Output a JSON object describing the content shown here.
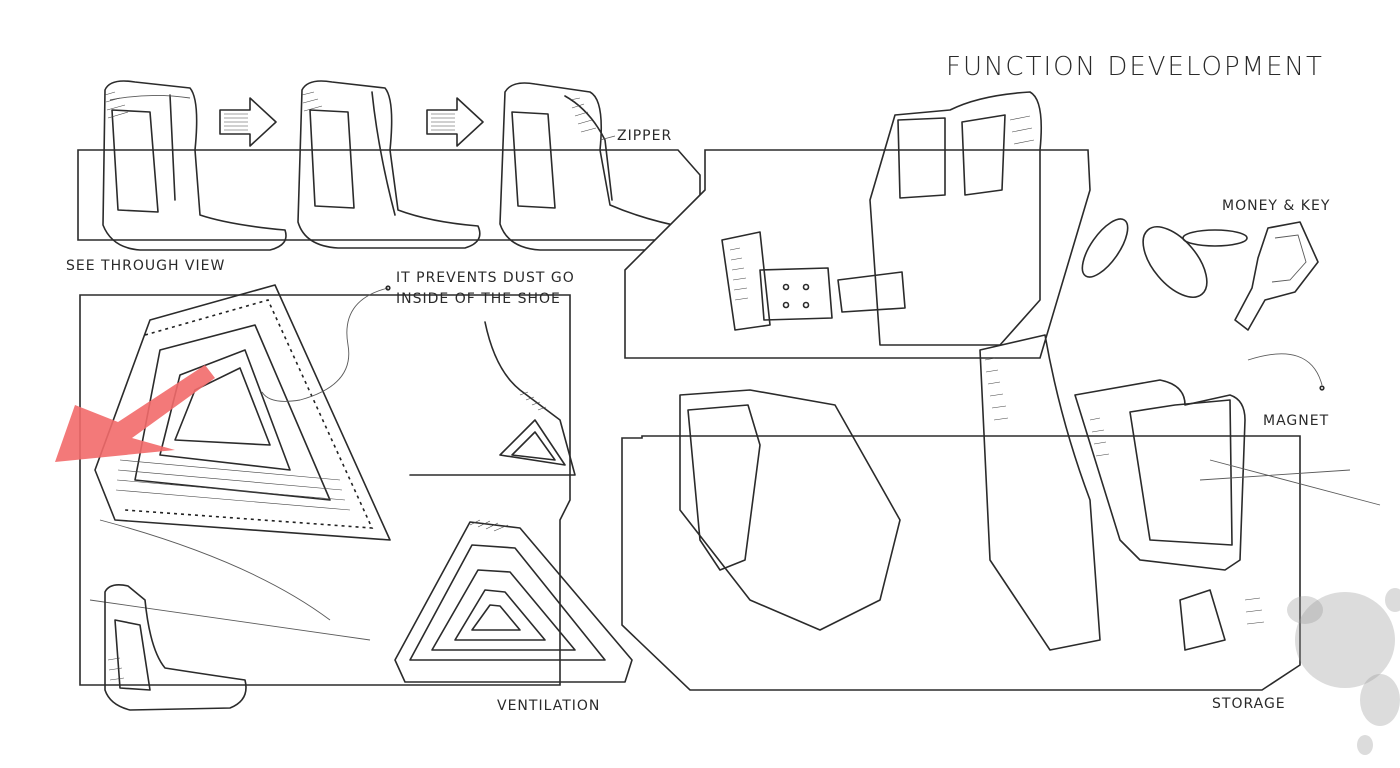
{
  "sheet": {
    "title": "FUNCTION DEVELOPMENT",
    "accent_color": "#f26a6a",
    "ink_color": "#2b2b2b"
  },
  "callouts": {
    "zipper": "ZIPPER",
    "money_key": "MONEY & KEY",
    "see_through": "SEE THROUGH VIEW",
    "dust": "IT PREVENTS DUST GO INSIDE OF THE SHOE",
    "magnet": "MAGNET",
    "ventilation": "VENTILATION",
    "storage": "STORAGE"
  },
  "icons": [
    "arrow-right-icon",
    "arrow-right-icon",
    "airflow-arrow-icon",
    "coin-icon",
    "key-icon",
    "ink-splatter-icon"
  ]
}
